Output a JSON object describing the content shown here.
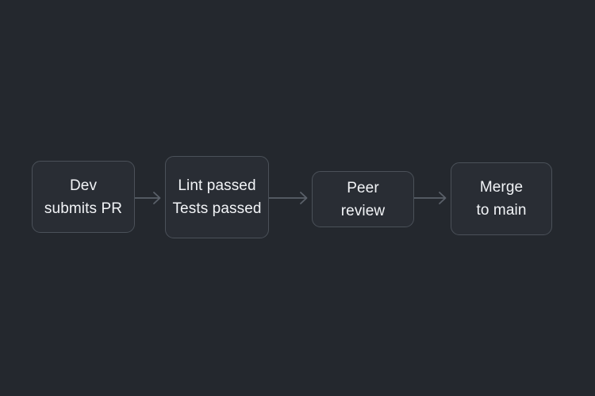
{
  "diagram": {
    "title": "pull request workflow flowchart",
    "background_color": "#24282e",
    "node_fill_color": "#292d34",
    "node_border_color": "#4b5159",
    "text_color": "#f2f4f7",
    "connector_color": "#5a6069",
    "orientation": "left-to-right",
    "nodes": [
      {
        "id": "dev-submits-pr",
        "lines": [
          "Dev",
          "submits PR"
        ],
        "line1": "Dev",
        "line2": "submits PR"
      },
      {
        "id": "checks-passed",
        "lines": [
          "Lint passed",
          "Tests passed"
        ],
        "line1": "Lint passed",
        "line2": "Tests passed"
      },
      {
        "id": "peer-review",
        "lines": [
          "Peer",
          "review"
        ],
        "line1": "Peer",
        "line2": "review"
      },
      {
        "id": "merge-to-main",
        "lines": [
          "Merge",
          "to main"
        ],
        "line1": "Merge",
        "line2": "to main"
      }
    ],
    "connectors": [
      {
        "id": "arrow-dev-to-checks",
        "from": "dev-submits-pr",
        "to": "checks-passed",
        "style": "arrow-right"
      },
      {
        "id": "arrow-checks-to-review",
        "from": "checks-passed",
        "to": "peer-review",
        "style": "arrow-right"
      },
      {
        "id": "arrow-review-to-merge",
        "from": "peer-review",
        "to": "merge-to-main",
        "style": "arrow-right"
      }
    ]
  }
}
